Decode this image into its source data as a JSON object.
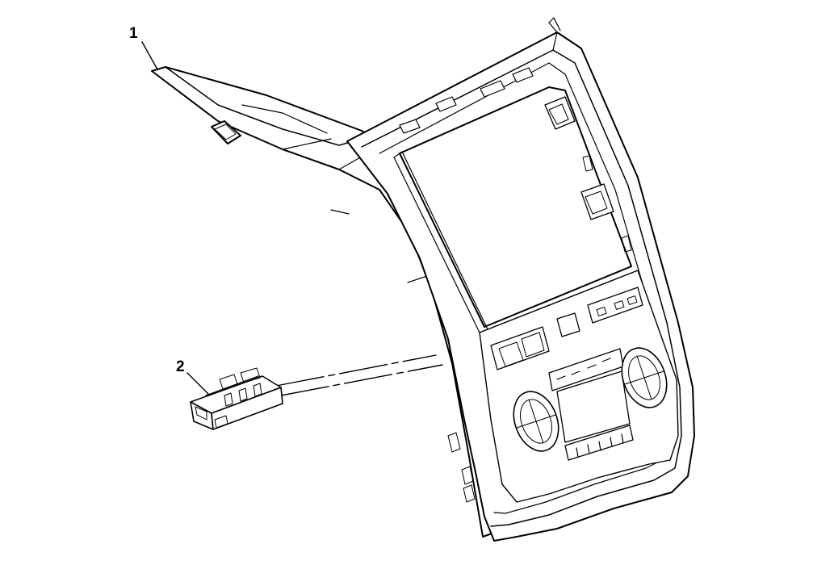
{
  "callouts": [
    {
      "id": "1",
      "label": "1"
    },
    {
      "id": "2",
      "label": "2"
    }
  ],
  "colors": {
    "stroke": "#000000",
    "background": "#ffffff",
    "fill": "#ffffff"
  }
}
